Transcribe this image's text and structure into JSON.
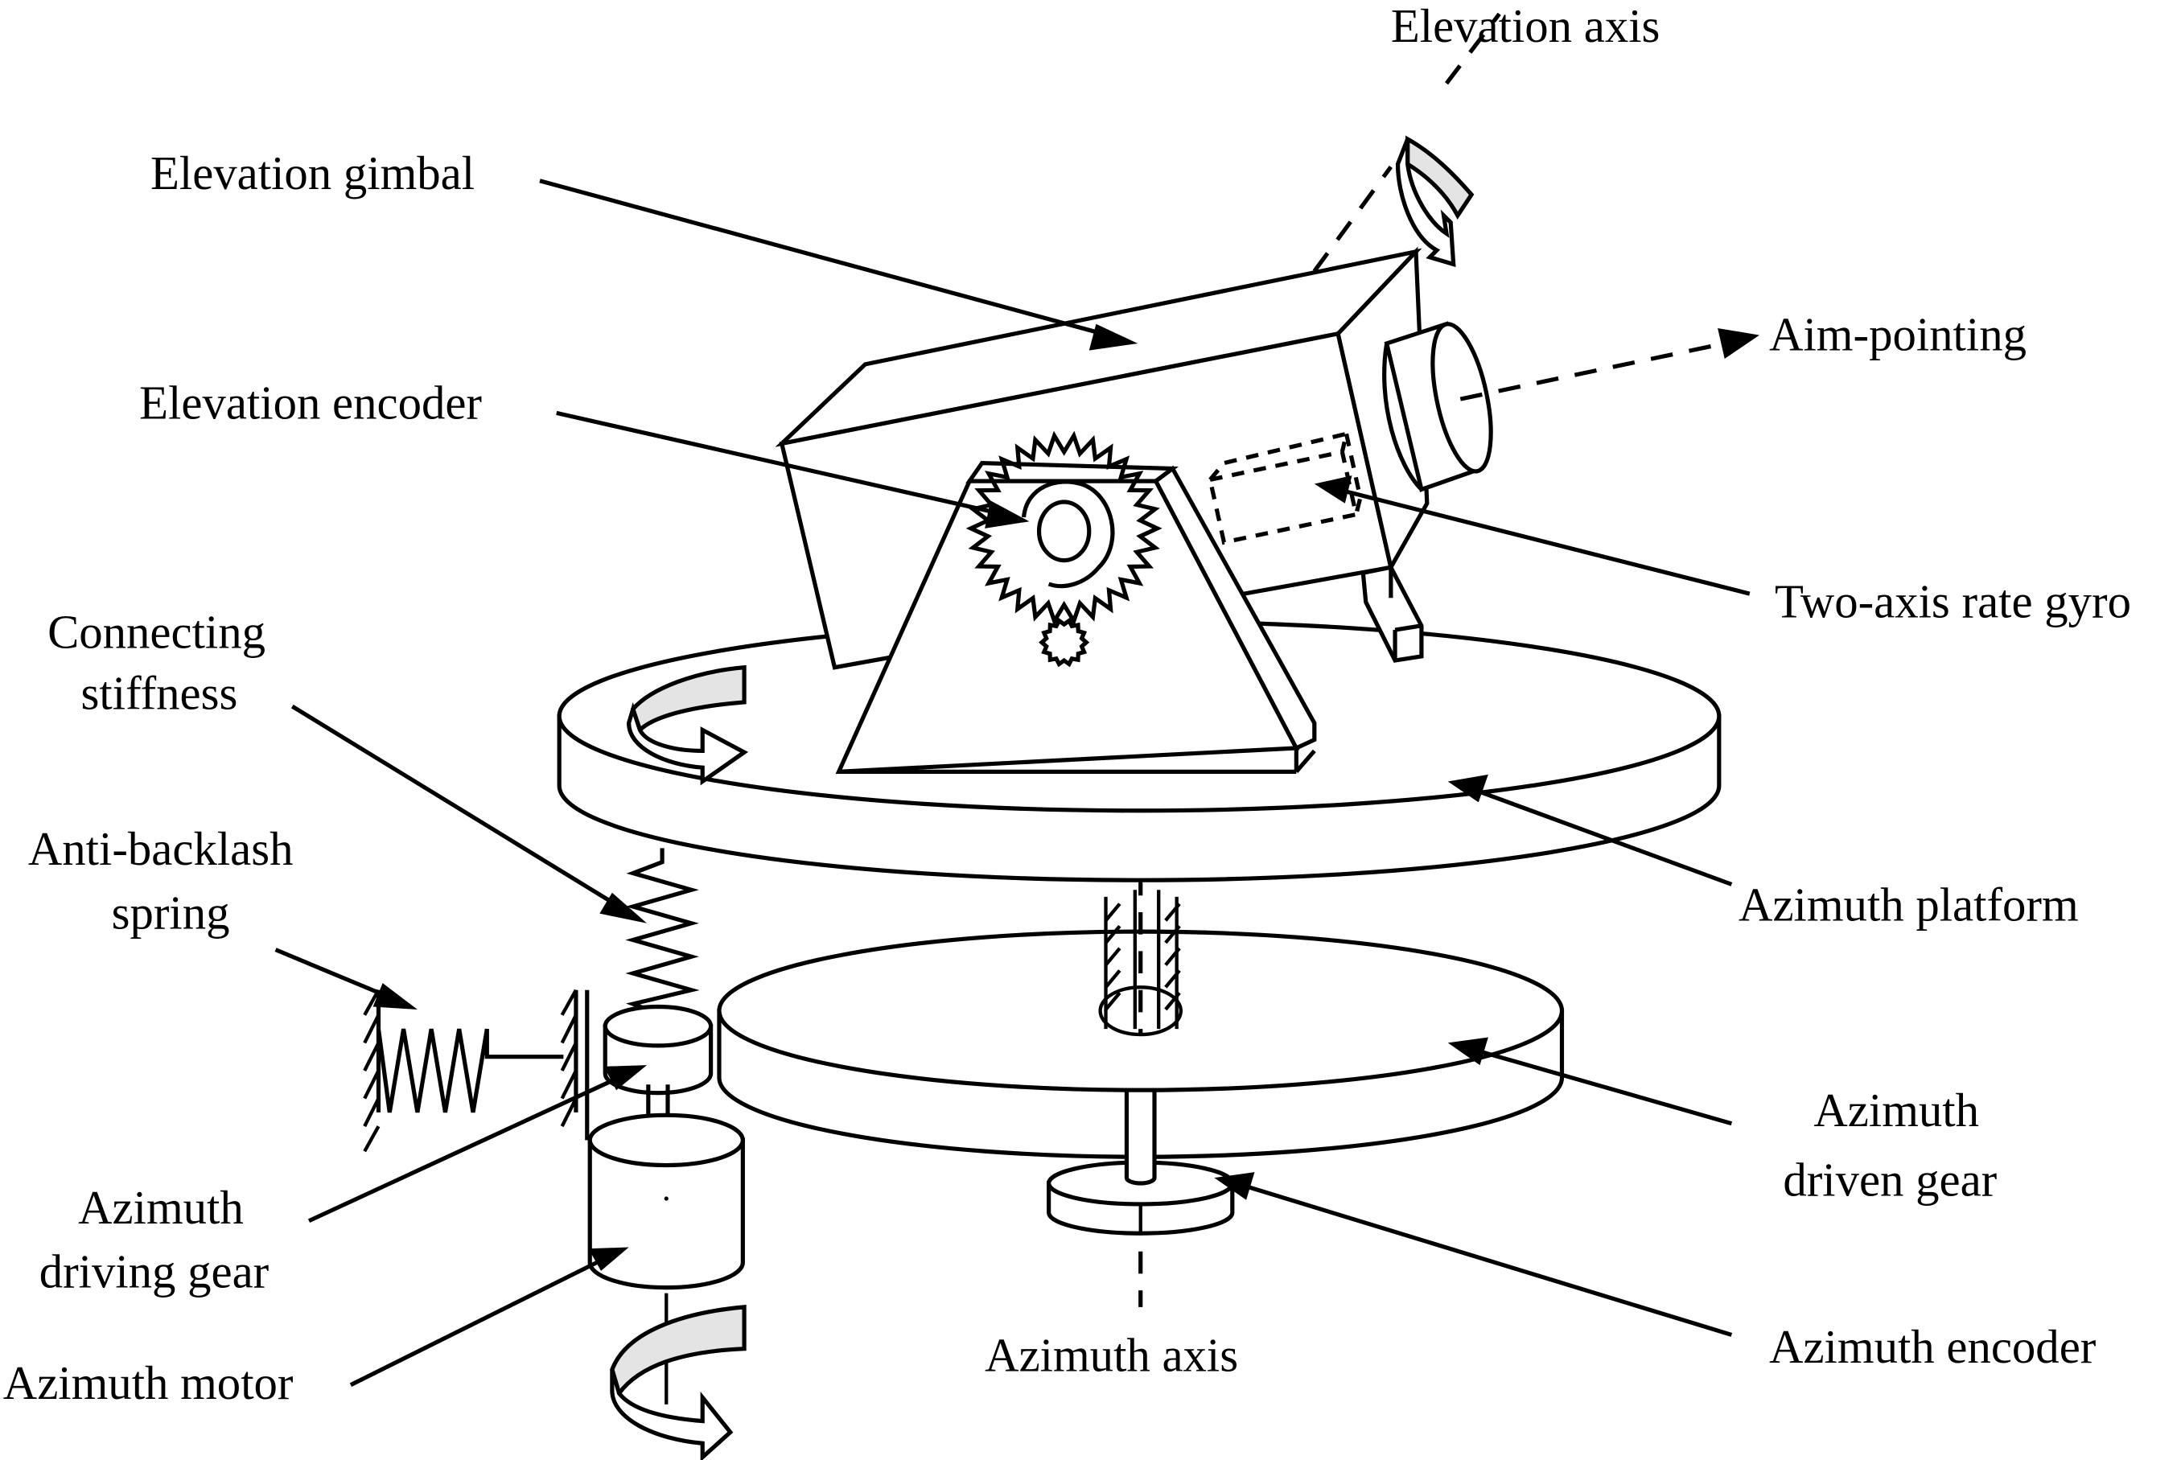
{
  "figure": {
    "type": "schematic",
    "subject": "Two-axis gimbal servo system with anti-backlash gear drive"
  },
  "labels": {
    "elevation_axis": "Elevation axis",
    "elevation_gimbal": "Elevation gimbal",
    "aim_pointing": "Aim-pointing",
    "elevation_encoder": "Elevation encoder",
    "two_axis_rate_gyro": "Two-axis rate gyro",
    "connecting_stiffness": [
      "Connecting",
      "stiffness"
    ],
    "anti_backlash_spring": [
      "Anti-backlash",
      "spring"
    ],
    "azimuth_platform": "Azimuth platform",
    "azimuth_driven_gear": [
      "Azimuth",
      "driven gear"
    ],
    "azimuth_driving_gear": [
      "Azimuth",
      "driving gear"
    ],
    "azimuth_motor": "Azimuth motor",
    "azimuth_axis": "Azimuth axis",
    "azimuth_encoder": "Azimuth encoder"
  },
  "colors": {
    "line": "#000000",
    "rotation_arrow_fill": "#e4e4e4",
    "background": "#ffffff"
  }
}
